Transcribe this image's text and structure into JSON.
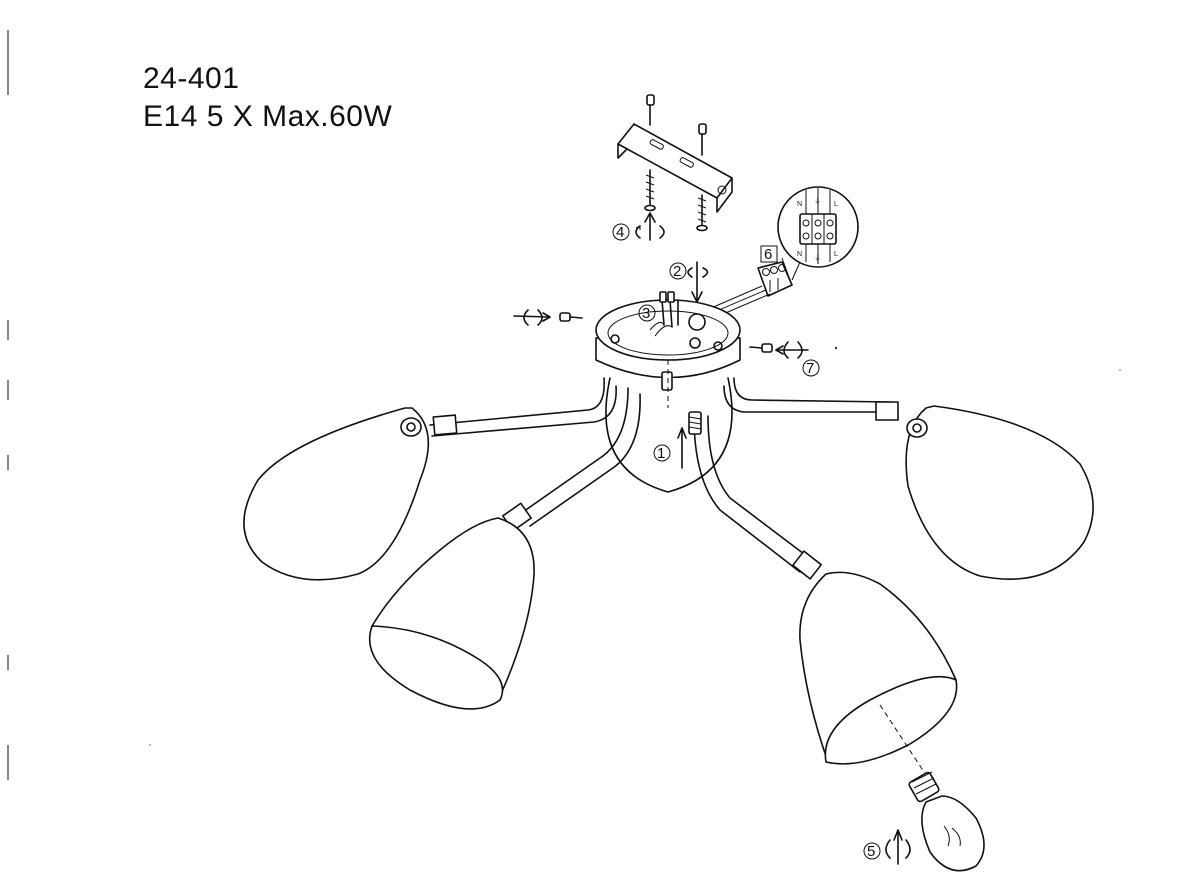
{
  "header": {
    "model": "24-401",
    "spec": "E14 5 X Max.60W"
  },
  "steps": [
    {
      "id": "step-1",
      "label": "1",
      "symbol": "push-up-arrow-icon"
    },
    {
      "id": "step-2",
      "label": "2",
      "symbol": "rotate-arrow-icon"
    },
    {
      "id": "step-3",
      "label": "3",
      "symbol": "wire-connector-icon"
    },
    {
      "id": "step-4",
      "label": "4",
      "symbol": "rotate-arrow-icon"
    },
    {
      "id": "step-5",
      "label": "5",
      "symbol": "rotate-arrow-icon"
    },
    {
      "id": "step-6",
      "label": "6",
      "symbol": "terminal-block-icon"
    },
    {
      "id": "step-7",
      "label": "7",
      "symbol": "rotate-arrow-icon"
    }
  ],
  "terminal_block": {
    "top_labels": [
      "N",
      "⏚",
      "L"
    ],
    "bottom_labels": [
      "N",
      "⏚",
      "L"
    ]
  }
}
